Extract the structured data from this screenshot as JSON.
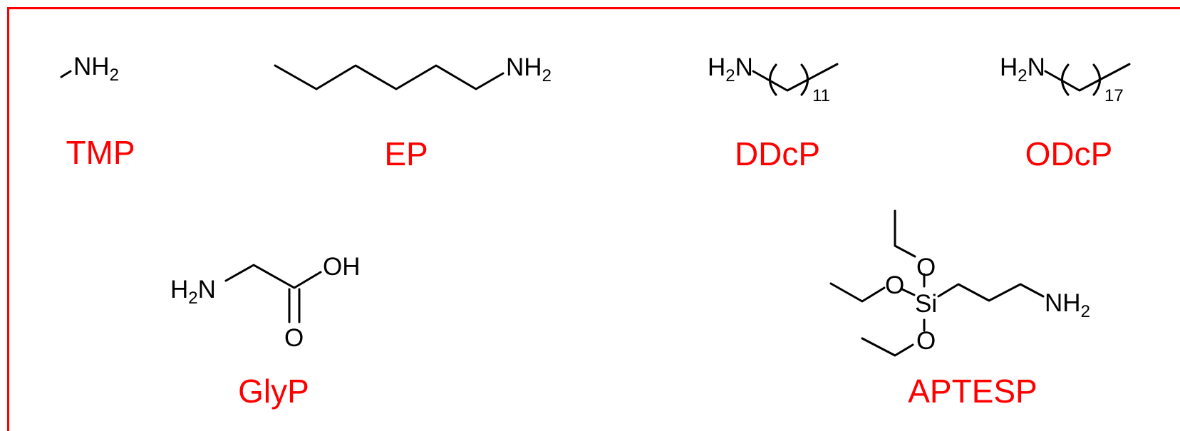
{
  "colors": {
    "frame": "#ff0000",
    "label": "#ff0000",
    "structure": "#000000"
  },
  "molecules": [
    {
      "label": "TMP",
      "atoms": {
        "n": "NH",
        "n_sub": "2"
      }
    },
    {
      "label": "EP",
      "atoms": {
        "n": "NH",
        "n_sub": "2"
      }
    },
    {
      "label": "DDcP",
      "atoms": {
        "h": "H",
        "h_sub": "2",
        "n": "N",
        "repeat": "11"
      }
    },
    {
      "label": "ODcP",
      "atoms": {
        "h": "H",
        "h_sub": "2",
        "n": "N",
        "repeat": "17"
      }
    },
    {
      "label": "GlyP",
      "atoms": {
        "h": "H",
        "h_sub": "2",
        "n": "N",
        "oh": "OH",
        "o": "O"
      }
    },
    {
      "label": "APTESP",
      "atoms": {
        "si": "Si",
        "o_top": "O",
        "o_left": "O",
        "o_bottom": "O",
        "n": "NH",
        "n_sub": "2"
      }
    }
  ]
}
